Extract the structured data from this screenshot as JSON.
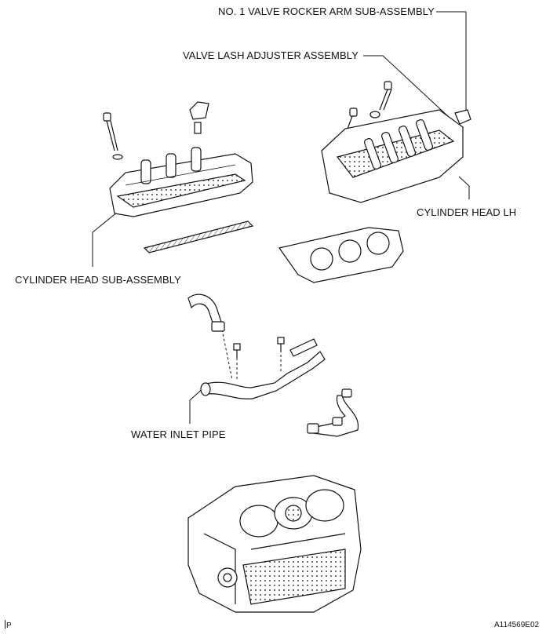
{
  "labels": {
    "rocker_arm": "NO. 1 VALVE ROCKER ARM SUB-ASSEMBLY",
    "lash_adjuster": "VALVE LASH ADJUSTER ASSEMBLY",
    "cylinder_head_lh": "CYLINDER HEAD LH",
    "cylinder_head_sub": "CYLINDER HEAD SUB-ASSEMBLY",
    "water_inlet_pipe": "WATER INLET PIPE"
  },
  "corner": {
    "left": "P",
    "right": "A114569E02"
  }
}
